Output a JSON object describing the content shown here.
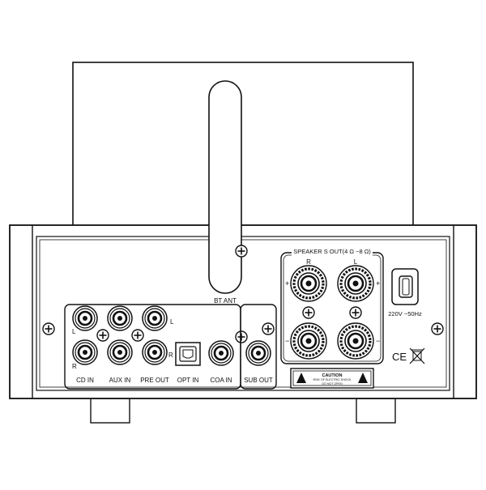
{
  "labels": {
    "bt_ant": "BT ANT",
    "speakers_out": "SPEAKER S OUT(4 Ω ~8 Ω)",
    "speaker_r": "R",
    "speaker_l": "L",
    "plus": "+",
    "minus": "−",
    "left_mark": "L",
    "right_mark": "R",
    "cd_in": "CD IN",
    "aux_in": "AUX IN",
    "pre_out": "PRE OUT",
    "opt_in": "OPT IN",
    "coa_in": "COA IN",
    "sub_out": "SUB OUT",
    "power_spec": "220V ~50Hz",
    "caution_title": "CAUTION",
    "caution_line1": "RISK OF ELECTRIC SHOCK",
    "caution_line2": "DO NOT OPEN",
    "ce_mark": "CE",
    "weee_mark": "✕"
  },
  "colors": {
    "line": "#111111",
    "background": "#ffffff"
  },
  "icons": {
    "screw": "phillips-screw-icon",
    "warning": "warning-triangle-icon",
    "ce": "ce-mark-icon",
    "weee": "weee-bin-icon"
  }
}
